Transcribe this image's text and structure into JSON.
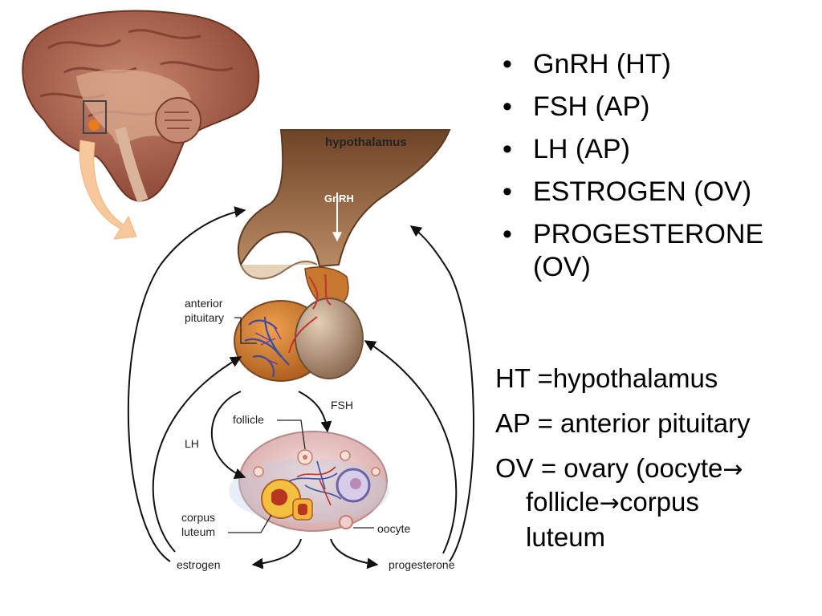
{
  "diagram": {
    "labels": {
      "hypothalamus": "hypothalamus",
      "gnrh": "GnRH",
      "anterior_pituitary_line1": "anterior",
      "anterior_pituitary_line2": "pituitary",
      "fsh": "FSH",
      "lh": "LH",
      "follicle": "follicle",
      "corpus_luteum_line1": "corpus",
      "corpus_luteum_line2": "luteum",
      "oocyte": "oocyte",
      "estrogen": "estrogen",
      "progesterone": "progesterone"
    }
  },
  "bullets": [
    "GnRH (HT)",
    "FSH (AP)",
    "LH (AP)",
    "ESTROGEN (OV)",
    "PROGESTERONE (OV)"
  ],
  "definitions": {
    "ht": "HT =hypothalamus",
    "ap": "AP = anterior pituitary",
    "ov_start": "OV = ovary (oocyte",
    "ov_follicle": "follicle",
    "ov_corpus": "corpus",
    "ov_luteum": "luteum",
    "arrow_symbol": "→"
  },
  "colors": {
    "brain": "#a9604c",
    "hypothalamus": "#8a5a3c",
    "pituitary": "#c7772e",
    "ovary": "#e9c8c6",
    "vessels_blue": "#3a4fa0",
    "vessels_red": "#c0322c",
    "arrow_orange": "#f6c89b"
  }
}
